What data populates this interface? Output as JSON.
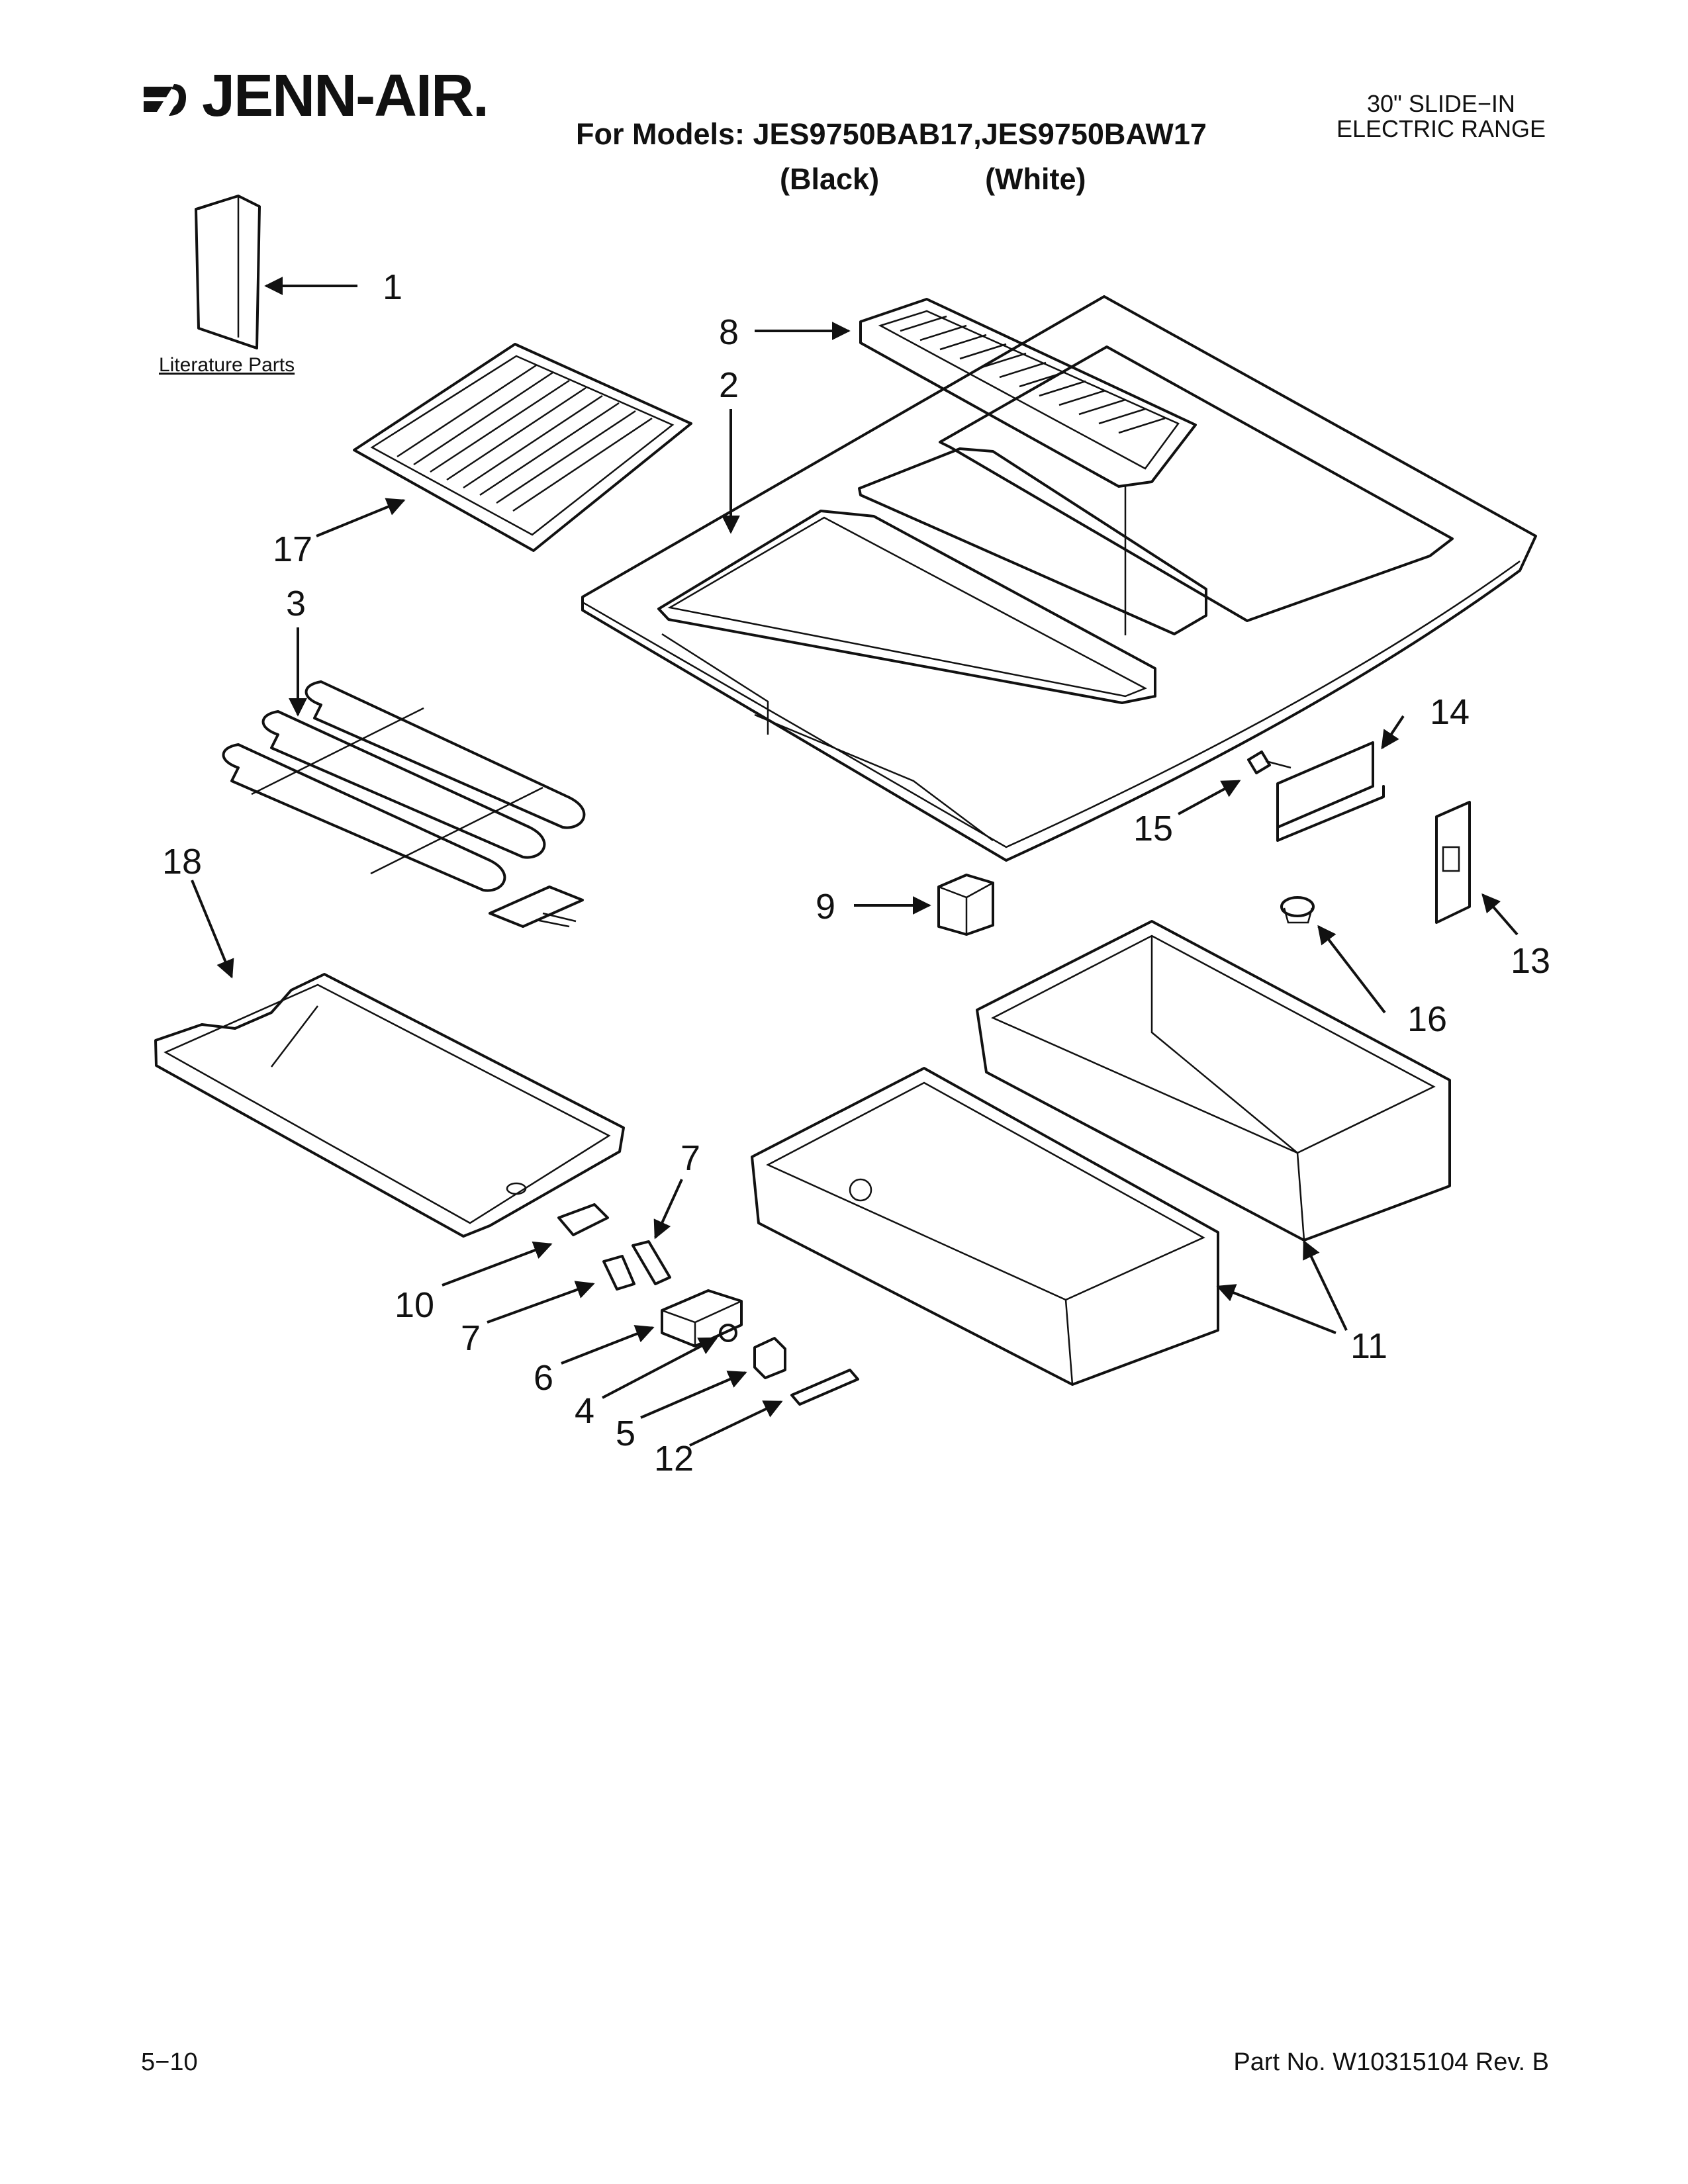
{
  "header": {
    "brand": "JENN-AIR.",
    "models_line": "For Models: JES9750BAB17,JES9750BAW17",
    "color_black": "(Black)",
    "color_white": "(White)",
    "product_line1": "30\" SLIDE−IN",
    "product_line2": "ELECTRIC RANGE"
  },
  "literature_label": "Literature Parts",
  "callouts": {
    "p1": "1",
    "p2": "2",
    "p3": "3",
    "p4": "4",
    "p5": "5",
    "p6": "6",
    "p7a": "7",
    "p7b": "7",
    "p8": "8",
    "p9": "9",
    "p10": "10",
    "p11": "11",
    "p12": "12",
    "p13": "13",
    "p14": "14",
    "p15": "15",
    "p16": "16",
    "p17": "17",
    "p18": "18"
  },
  "footer": {
    "page": "5−10",
    "part_no": "Part No. W10315104 Rev. B"
  },
  "colors": {
    "ink": "#111111",
    "paper": "#ffffff"
  }
}
